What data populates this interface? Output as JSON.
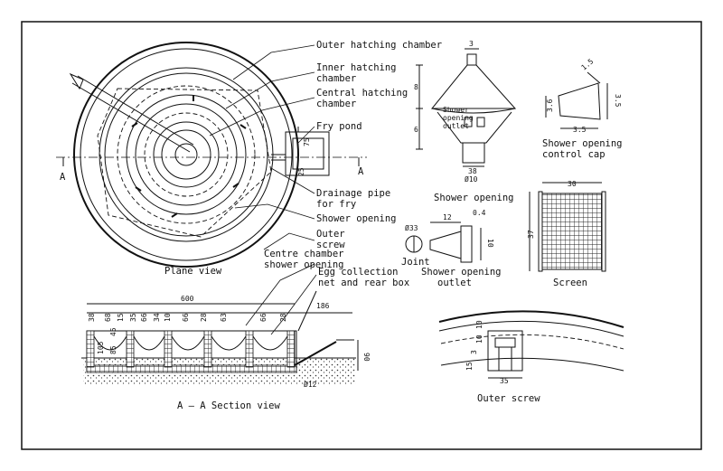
{
  "plan_labels": {
    "outer_hatching_chamber": "Outer hatching chamber",
    "inner_hatching_chamber_1": "Inner hatching",
    "inner_hatching_chamber_2": "chamber",
    "central_hatching_chamber_1": "Central hatching",
    "central_hatching_chamber_2": "chamber",
    "fry_pond": "Fry pond",
    "drainage_pipe_1": "Drainage pipe",
    "drainage_pipe_2": "for fry",
    "shower_opening": "Shower opening",
    "outer_screw_1": "Outer",
    "outer_screw_2": "screw",
    "centre_chamber_1": "Centre chamber",
    "centre_chamber_2": "shower opening",
    "egg_collection_1": "Egg collection",
    "egg_collection_2": "net and rear box",
    "section_a_left": "A",
    "section_a_right": "A",
    "plan_dims": [
      "75",
      "25"
    ]
  },
  "captions": {
    "plane_view": "Plane view",
    "section_view": "A – A Section view",
    "shower_opening": "Shower opening",
    "shower_cap_1": "Shower opening",
    "shower_cap_2": "control cap",
    "shower_outlet_1": "Shower opening",
    "shower_outlet_2": "outlet",
    "screen": "Screen",
    "outer_screw": "Outer screw"
  },
  "shower_opening": {
    "label_1": "Shower",
    "label_2": "opening",
    "label_3": "outlet",
    "dims": [
      "3",
      "8",
      "6",
      "38",
      "Ø10"
    ]
  },
  "cap": {
    "dims": [
      "1.5",
      "3.6",
      "3.5",
      "3.5"
    ]
  },
  "outlet": {
    "joint": "Joint",
    "dims": [
      "Ø33",
      "12",
      "0.4",
      "10"
    ]
  },
  "screen": {
    "dims": [
      "30",
      "37"
    ]
  },
  "section": {
    "overall": "600",
    "dims_top": [
      "38",
      "68",
      "15",
      "35",
      "66",
      "34",
      "10",
      "66",
      "28",
      "63",
      "66",
      "28"
    ],
    "dims_left": [
      "105",
      "85",
      "45"
    ],
    "dims_right": [
      "186",
      "90",
      "Ø12"
    ]
  },
  "outer_screw": {
    "dims": [
      "3",
      "10",
      "10",
      "15",
      "35"
    ]
  }
}
